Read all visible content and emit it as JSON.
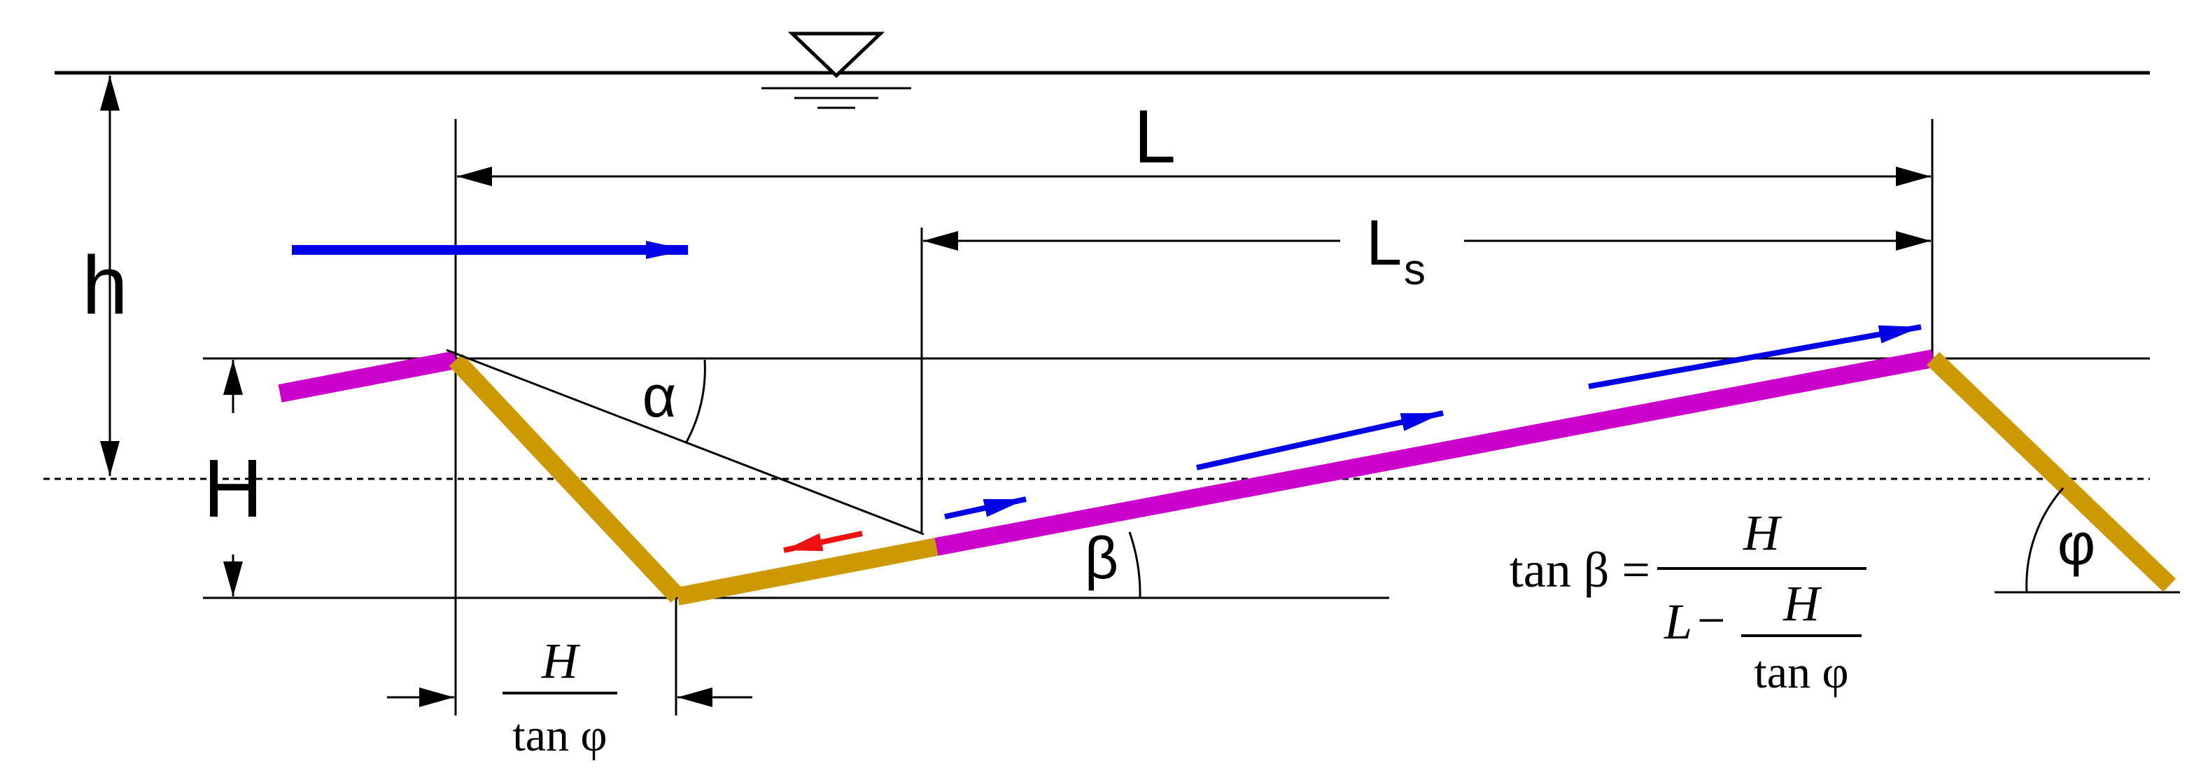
{
  "labels": {
    "h": "h",
    "H": "H",
    "L": "L",
    "Ls_main": "L",
    "Ls_sub": "s",
    "alpha": "α",
    "beta": "β",
    "phi": "φ"
  },
  "formulas": {
    "bottom_numerator": "H",
    "bottom_denominator": "tan φ",
    "tan_beta_lhs": "tan β =",
    "tan_beta_numerator": "H",
    "tan_beta_denominator_L": "L",
    "tan_beta_denominator_minus": "−",
    "tan_beta_inner_numerator": "H",
    "tan_beta_inner_denominator": "tan φ"
  },
  "colors": {
    "ink": "#000000",
    "flow": "#0000e6",
    "reverse_flow": "#ee1111",
    "stoss": "#cc00cc",
    "lee": "#cc9900"
  },
  "icons": {
    "water_surface": "inverted-triangle-icon"
  }
}
